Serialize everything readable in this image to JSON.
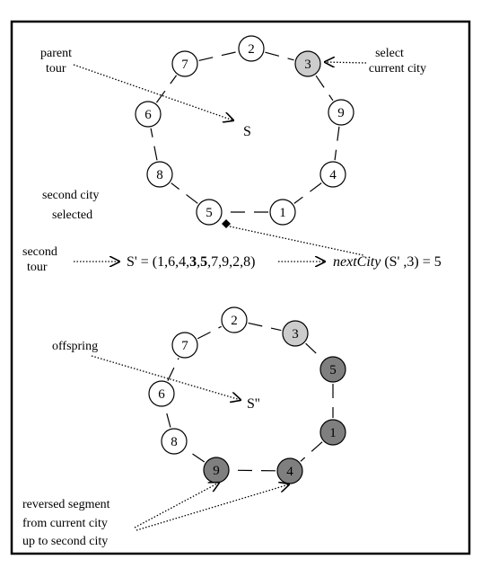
{
  "colors": {
    "node_white": "#ffffff",
    "node_light": "#cccccc",
    "node_dark": "#7f7f7f",
    "stroke": "#000000"
  },
  "top_panel": {
    "nodes": [
      {
        "label": "2",
        "state": "white"
      },
      {
        "label": "3",
        "state": "light"
      },
      {
        "label": "9",
        "state": "white"
      },
      {
        "label": "4",
        "state": "white"
      },
      {
        "label": "1",
        "state": "white"
      },
      {
        "label": "5",
        "state": "white"
      },
      {
        "label": "8",
        "state": "white"
      },
      {
        "label": "6",
        "state": "white"
      },
      {
        "label": "7",
        "state": "white"
      }
    ],
    "annotations": {
      "parent_tour": [
        "parent",
        "tour"
      ],
      "select_current_city": [
        "select",
        "current city"
      ],
      "second_city_selected": [
        "second city",
        "selected"
      ],
      "center_label": "S"
    }
  },
  "formula": {
    "second_tour": [
      "second",
      "tour"
    ],
    "s_prime": "S' = (1,6,4,",
    "bold3": "3",
    "comma": ",",
    "bold5": "5",
    "rest": ",7,9,2,8)",
    "next_city_func": "nextCity",
    "next_city_args": " (S' ,3) = 5"
  },
  "bottom_panel": {
    "nodes": [
      {
        "label": "2",
        "state": "white"
      },
      {
        "label": "3",
        "state": "light"
      },
      {
        "label": "5",
        "state": "dark"
      },
      {
        "label": "1",
        "state": "dark"
      },
      {
        "label": "4",
        "state": "dark"
      },
      {
        "label": "9",
        "state": "dark"
      },
      {
        "label": "8",
        "state": "white"
      },
      {
        "label": "6",
        "state": "white"
      },
      {
        "label": "7",
        "state": "white"
      }
    ],
    "annotations": {
      "offspring": "offspring",
      "center_label": "S''",
      "reversed_segment": [
        "reversed segment",
        "from current city",
        "up to second city"
      ]
    }
  }
}
